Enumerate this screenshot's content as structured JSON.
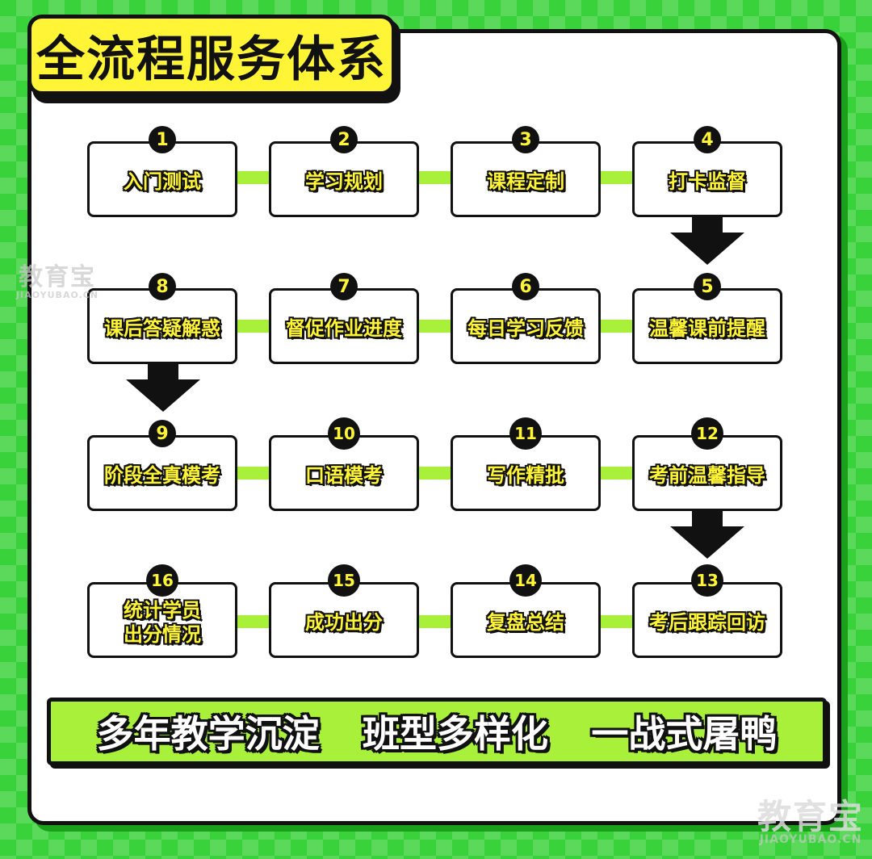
{
  "title": "全流程服务体系",
  "steps": [
    {
      "num": "1",
      "label": "入门测试"
    },
    {
      "num": "2",
      "label": "学习规划"
    },
    {
      "num": "3",
      "label": "课程定制"
    },
    {
      "num": "4",
      "label": "打卡监督"
    },
    {
      "num": "5",
      "label": "温馨课前提醒"
    },
    {
      "num": "6",
      "label": "每日学习反馈"
    },
    {
      "num": "7",
      "label": "督促作业进度"
    },
    {
      "num": "8",
      "label": "课后答疑解惑"
    },
    {
      "num": "9",
      "label": "阶段全真模考"
    },
    {
      "num": "10",
      "label": "口语模考"
    },
    {
      "num": "11",
      "label": "写作精批"
    },
    {
      "num": "12",
      "label": "考前温馨指导"
    },
    {
      "num": "13",
      "label": "考后跟踪回访"
    },
    {
      "num": "14",
      "label": "复盘总结"
    },
    {
      "num": "15",
      "label": "成功出分"
    },
    {
      "num": "16",
      "label": "统计学员\n出分情况"
    }
  ],
  "slogans": [
    "多年教学沉淀",
    "班型多样化",
    "一战式屠鸭"
  ],
  "watermark": {
    "cn": "教育宝",
    "en": "JIAOYUBAO.CN"
  },
  "colors": {
    "accent_yellow": "#fff436",
    "accent_green": "#a8f03a",
    "background_green": "#3ad23a"
  }
}
